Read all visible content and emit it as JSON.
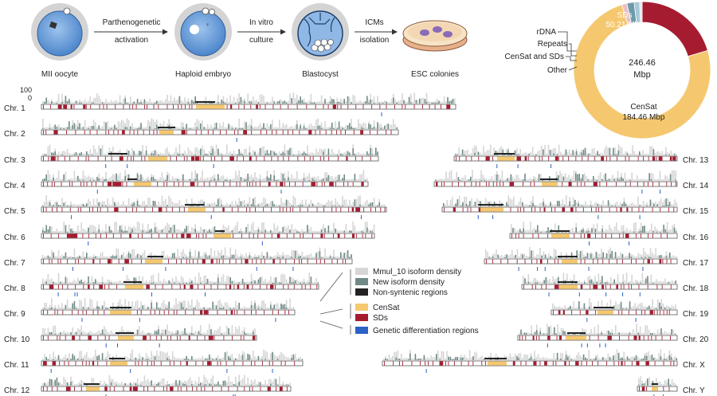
{
  "workflow": {
    "stages": [
      {
        "label": "MII oocyte",
        "icon": "oocyte-icon"
      },
      {
        "label": "Haploid embryo",
        "icon": "embryo-icon"
      },
      {
        "label": "Blastocyst",
        "icon": "blastocyst-icon"
      },
      {
        "label": "ESC colonies",
        "icon": "petri-dish-icon"
      }
    ],
    "arrows": [
      {
        "line1": "Parthenogenetic",
        "line2": "activation"
      },
      {
        "line1": "In vitro",
        "line2": "culture"
      },
      {
        "line1": "ICMs",
        "line2": "isolation"
      }
    ]
  },
  "donut": {
    "center_line1": "246.46",
    "center_line2": "Mbp",
    "slices": [
      {
        "name": "CenSat",
        "value": 184.46,
        "value_label": "184.46 Mbp",
        "color": "#f5c870"
      },
      {
        "name": "SDs",
        "value": 50.21,
        "value_label": "50.21 Mbp",
        "color": "#a51c30"
      },
      {
        "name": "CenSat and SDs",
        "value": 4.2,
        "color": "#6d9aaa"
      },
      {
        "name": "Repeats",
        "value": 3.2,
        "color": "#a8c8d6"
      },
      {
        "name": "rDNA",
        "value": 1.4,
        "color": "#d9e6ec"
      },
      {
        "name": "Other",
        "value": 2.99,
        "color": "#e8c0c6"
      }
    ]
  },
  "density_axis": {
    "max_label": "100",
    "min_label": "0"
  },
  "legend": [
    {
      "label": "Mmul_10 isoform density",
      "color": "#d6d6d6"
    },
    {
      "label": "New isoform density",
      "color": "#6f8a86"
    },
    {
      "label": "Non-syntenic regions",
      "color": "#222222"
    },
    {
      "label": "CenSat",
      "color": "#f5c870"
    },
    {
      "label": "SDs",
      "color": "#a51c30"
    },
    {
      "label": "Genetic differentiation regions",
      "color": "#2b62c4"
    }
  ],
  "chromosomes": [
    {
      "name": "Chr. 1",
      "side": "left"
    },
    {
      "name": "Chr. 2",
      "side": "left"
    },
    {
      "name": "Chr. 3",
      "side": "left"
    },
    {
      "name": "Chr. 4",
      "side": "left"
    },
    {
      "name": "Chr. 5",
      "side": "left"
    },
    {
      "name": "Chr. 6",
      "side": "left"
    },
    {
      "name": "Chr. 7",
      "side": "left"
    },
    {
      "name": "Chr. 8",
      "side": "left"
    },
    {
      "name": "Chr. 9",
      "side": "left"
    },
    {
      "name": "Chr. 10",
      "side": "left"
    },
    {
      "name": "Chr. 11",
      "side": "left"
    },
    {
      "name": "Chr. 12",
      "side": "left"
    },
    {
      "name": "Chr. 13",
      "side": "right"
    },
    {
      "name": "Chr. 14",
      "side": "right"
    },
    {
      "name": "Chr. 15",
      "side": "right"
    },
    {
      "name": "Chr. 16",
      "side": "right"
    },
    {
      "name": "Chr. 17",
      "side": "right"
    },
    {
      "name": "Chr. 18",
      "side": "right"
    },
    {
      "name": "Chr. 19",
      "side": "right"
    },
    {
      "name": "Chr. 20",
      "side": "right"
    },
    {
      "name": "Chr. X",
      "side": "right"
    },
    {
      "name": "Chr. Y",
      "side": "right"
    }
  ]
}
